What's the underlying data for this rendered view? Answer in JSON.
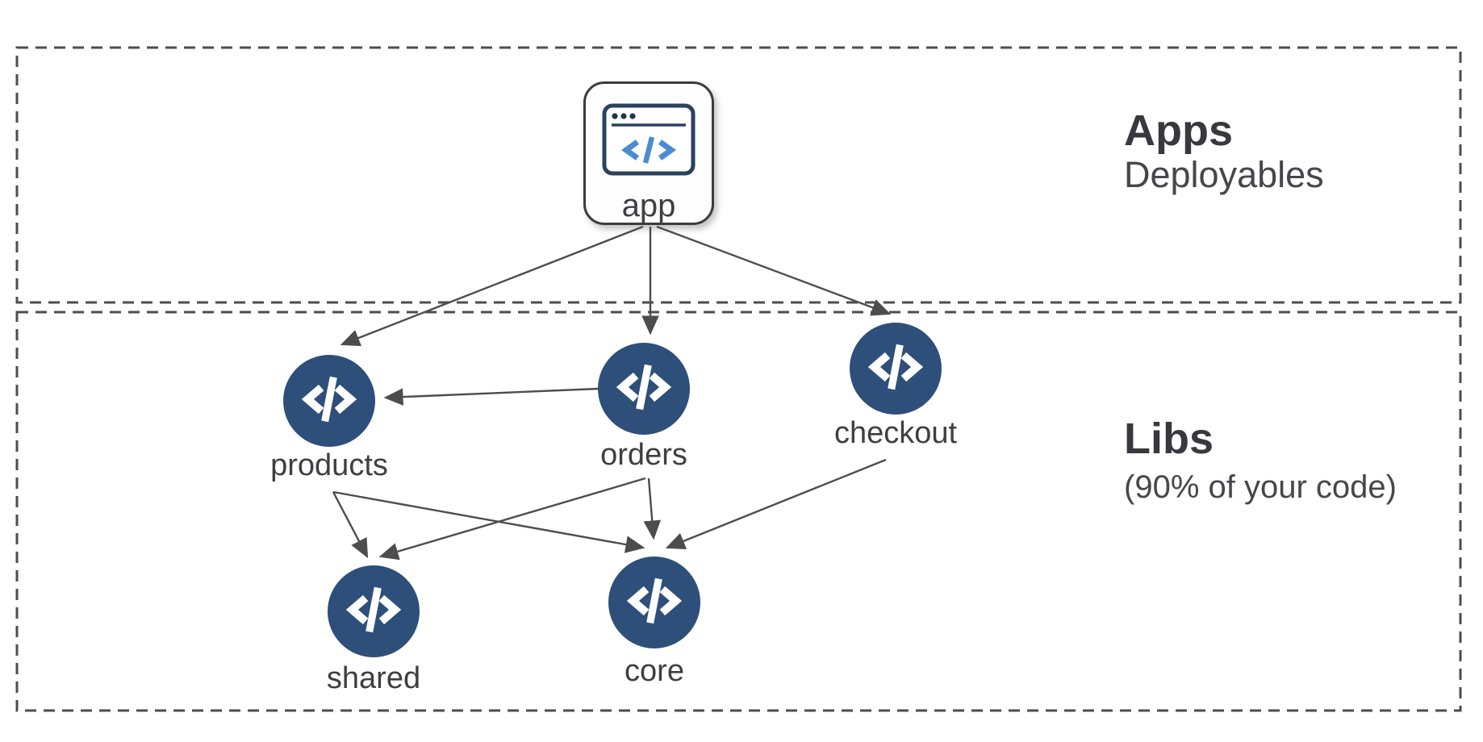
{
  "sections": {
    "apps": {
      "title": "Apps",
      "subtitle": "Deployables"
    },
    "libs": {
      "title": "Libs",
      "subtitle": "(90% of your code)"
    }
  },
  "nodes": {
    "app": {
      "label": "app"
    },
    "products": {
      "label": "products"
    },
    "orders": {
      "label": "orders"
    },
    "checkout": {
      "label": "checkout"
    },
    "shared": {
      "label": "shared"
    },
    "core": {
      "label": "core"
    }
  },
  "edges": [
    {
      "from": "app",
      "to": "products"
    },
    {
      "from": "app",
      "to": "orders"
    },
    {
      "from": "app",
      "to": "checkout"
    },
    {
      "from": "orders",
      "to": "products"
    },
    {
      "from": "products",
      "to": "shared"
    },
    {
      "from": "products",
      "to": "core"
    },
    {
      "from": "orders",
      "to": "shared"
    },
    {
      "from": "orders",
      "to": "core"
    },
    {
      "from": "checkout",
      "to": "core"
    }
  ],
  "colors": {
    "node_fill": "#2d4f7a",
    "edge": "#4d4d4d",
    "dashed_border": "#4d4d4d",
    "text": "#3e3e45",
    "app_icon_frame": "#2b4160",
    "app_icon_code_blue": "#4a8cd2"
  }
}
